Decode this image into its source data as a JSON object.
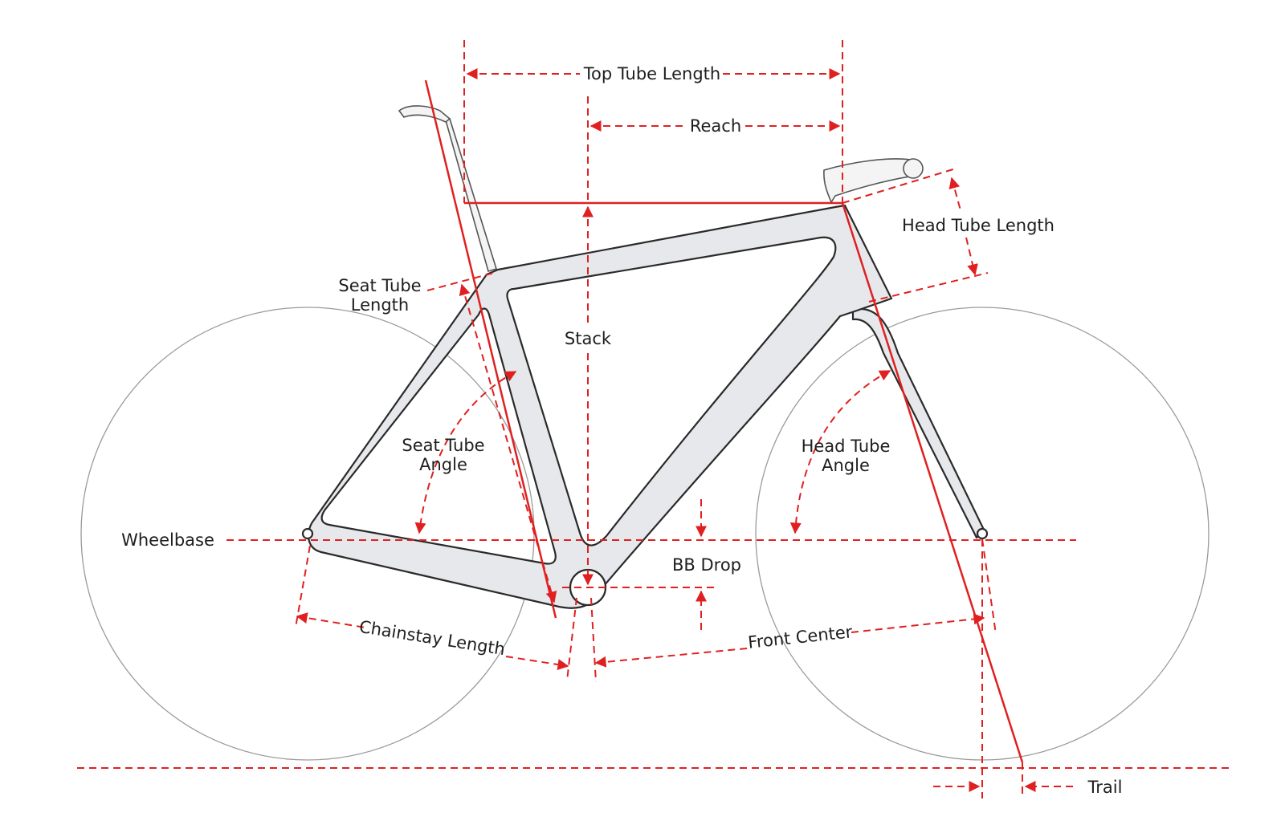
{
  "labels": {
    "top_tube_length": "Top Tube Length",
    "reach": "Reach",
    "head_tube_length": "Head Tube Length",
    "seat_tube_length_1": "Seat Tube",
    "seat_tube_length_2": "Length",
    "stack": "Stack",
    "seat_tube_angle_1": "Seat Tube",
    "seat_tube_angle_2": "Angle",
    "head_tube_angle_1": "Head Tube",
    "head_tube_angle_2": "Angle",
    "wheelbase": "Wheelbase",
    "bb_drop": "BB Drop",
    "chainstay_length": "Chainstay Length",
    "front_center": "Front Center",
    "trail": "Trail"
  },
  "colors": {
    "dimension": "#e02020",
    "frame_fill": "#e6e8eb",
    "frame_outline": "#2a2a2a",
    "wheel": "#9a9a9a",
    "text": "#1e1e1e"
  }
}
